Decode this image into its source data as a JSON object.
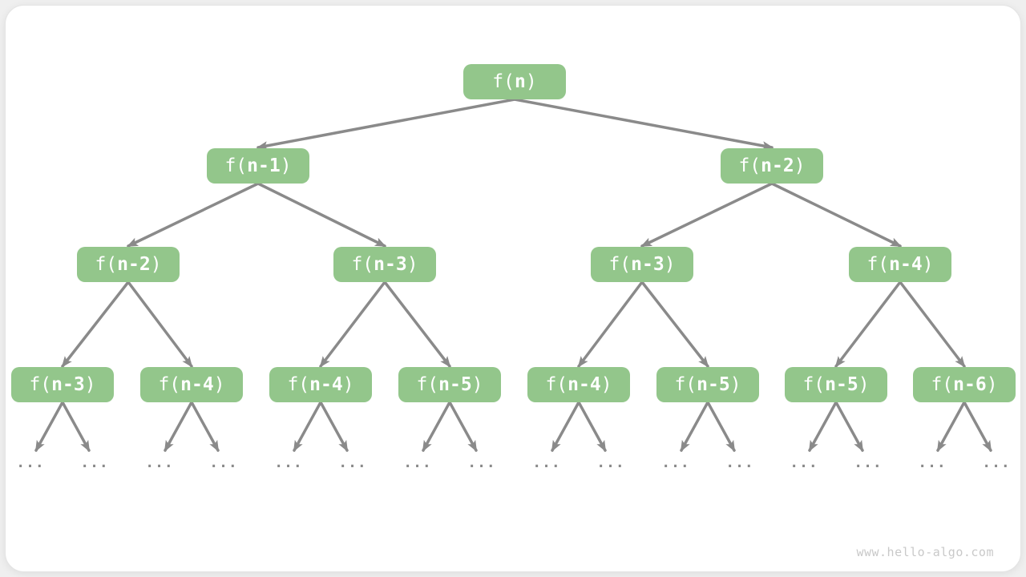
{
  "watermark": "www.hello-algo.com",
  "ellipsis": "...",
  "colors": {
    "node_fill": "#93C68B",
    "node_text": "#FFFFFF",
    "arrow": "#8A8A8A",
    "ellipsis": "#8A8A8A",
    "watermark": "#C9C9C9"
  },
  "nodes": {
    "root": {
      "prefix": "f(",
      "var": "n",
      "suffix": ")"
    },
    "l2_1": {
      "prefix": "f(",
      "var": "n-1",
      "suffix": ")"
    },
    "l2_2": {
      "prefix": "f(",
      "var": "n-2",
      "suffix": ")"
    },
    "l3_1": {
      "prefix": "f(",
      "var": "n-2",
      "suffix": ")"
    },
    "l3_2": {
      "prefix": "f(",
      "var": "n-3",
      "suffix": ")"
    },
    "l3_3": {
      "prefix": "f(",
      "var": "n-3",
      "suffix": ")"
    },
    "l3_4": {
      "prefix": "f(",
      "var": "n-4",
      "suffix": ")"
    },
    "l4_1": {
      "prefix": "f(",
      "var": "n-3",
      "suffix": ")"
    },
    "l4_2": {
      "prefix": "f(",
      "var": "n-4",
      "suffix": ")"
    },
    "l4_3": {
      "prefix": "f(",
      "var": "n-4",
      "suffix": ")"
    },
    "l4_4": {
      "prefix": "f(",
      "var": "n-5",
      "suffix": ")"
    },
    "l4_5": {
      "prefix": "f(",
      "var": "n-4",
      "suffix": ")"
    },
    "l4_6": {
      "prefix": "f(",
      "var": "n-5",
      "suffix": ")"
    },
    "l4_7": {
      "prefix": "f(",
      "var": "n-5",
      "suffix": ")"
    },
    "l4_8": {
      "prefix": "f(",
      "var": "n-6",
      "suffix": ")"
    }
  }
}
